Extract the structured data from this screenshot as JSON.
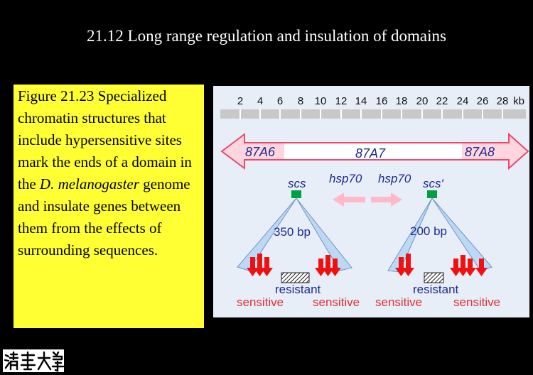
{
  "slide": {
    "title": "21.12 Long range regulation and insulation of domains"
  },
  "caption": {
    "part1": "Figure 21.23 Specialized chromatin structures that include hypersensitive sites mark the ends of a domain in the ",
    "species": "D. melanogaster",
    "part2": " genome and insulate genes between them from the effects of surrounding sequences."
  },
  "figure": {
    "scale_ticks": [
      "2",
      "4",
      "6",
      "8",
      "10",
      "12",
      "14",
      "16",
      "18",
      "20",
      "22",
      "24",
      "26",
      "28"
    ],
    "scale_unit": "kb",
    "band_left": "87A6",
    "band_middle": "87A7",
    "band_right": "87A8",
    "scs_left": "scs",
    "scs_right": "scs'",
    "gene_left": "hsp70",
    "gene_right": "hsp70",
    "dist_left": "350 bp",
    "dist_right": "200 bp",
    "resistant_left": "resistant",
    "resistant_right": "resistant",
    "sensitive_1": "sensitive",
    "sensitive_2": "sensitive",
    "sensitive_3": "sensitive",
    "sensitive_4": "sensitive",
    "colors": {
      "background": "#000000",
      "caption_bg": "#ffff33",
      "figure_bg": "#e8eef8",
      "arrow_fill": "#ffd6e0",
      "arrow_stroke": "#e84a6a",
      "scs_box": "#00a040",
      "cut_arrows": "#ee1111",
      "text_blue": "#1a2a8a",
      "text_red": "#e03030"
    }
  },
  "logo": {
    "icon": "tsinghua-university-calligraphy-logo"
  }
}
